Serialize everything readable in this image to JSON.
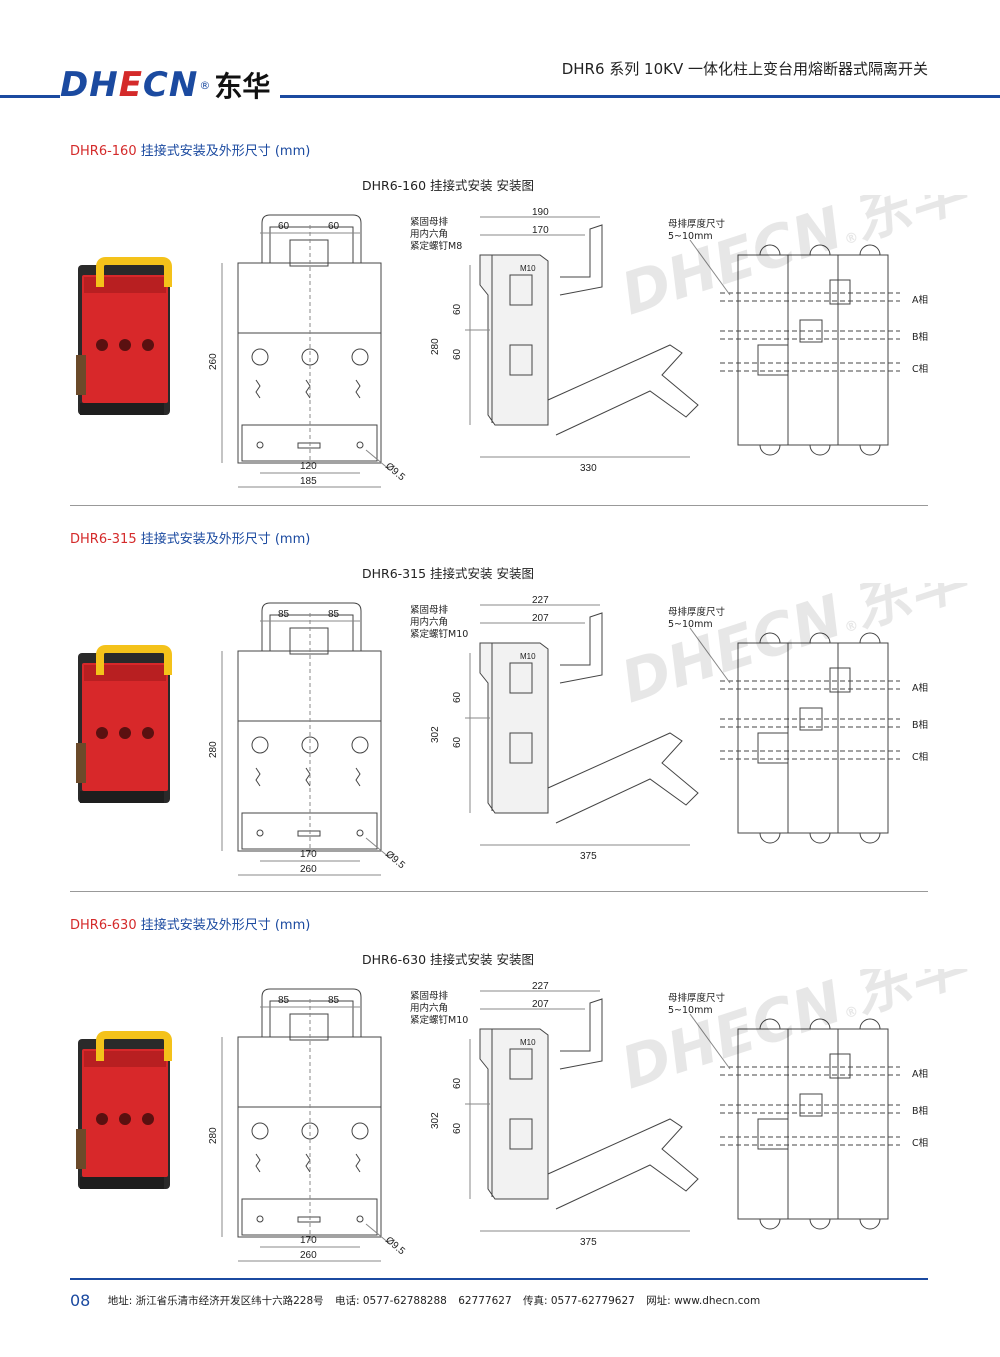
{
  "header": {
    "logo_latin_a": "DH",
    "logo_latin_e": "E",
    "logo_latin_b": "CN",
    "logo_reg": "®",
    "logo_cn": "东华",
    "title": "DHR6 系列 10KV 一体化柱上变台用熔断器式隔离开关"
  },
  "sections": [
    {
      "model": "DHR6-160",
      "title_rest": " 挂接式安装及外形尺寸 (mm)",
      "subtitle": "DHR6-160 挂接式安装 安装图",
      "front": {
        "top_a": "60",
        "top_b": "60",
        "height": "260",
        "hole_span": "120",
        "width": "185",
        "hole": "Ø9.5"
      },
      "side": {
        "note_1": "紧固母排",
        "note_2": "用内六角",
        "note_3": "紧定螺钉M8",
        "bolt": "M10",
        "overall": "190",
        "inner": "170",
        "height": "280",
        "pitch_a": "60",
        "pitch_b": "60",
        "reach": "330"
      },
      "busbar": {
        "thick_1": "母排厚度尺寸",
        "thick_2": "5~10mm",
        "phase_a": "A相",
        "phase_b": "B相",
        "phase_c": "C相"
      }
    },
    {
      "model": "DHR6-315",
      "title_rest": " 挂接式安装及外形尺寸 (mm)",
      "subtitle": "DHR6-315 挂接式安装 安装图",
      "front": {
        "top_a": "85",
        "top_b": "85",
        "height": "280",
        "hole_span": "170",
        "width": "260",
        "hole": "Ø9.5"
      },
      "side": {
        "note_1": "紧固母排",
        "note_2": "用内六角",
        "note_3": "紧定螺钉M10",
        "bolt": "M10",
        "overall": "227",
        "inner": "207",
        "height": "302",
        "pitch_a": "60",
        "pitch_b": "60",
        "reach": "375"
      },
      "busbar": {
        "thick_1": "母排厚度尺寸",
        "thick_2": "5~10mm",
        "phase_a": "A相",
        "phase_b": "B相",
        "phase_c": "C相"
      }
    },
    {
      "model": "DHR6-630",
      "title_rest": " 挂接式安装及外形尺寸 (mm)",
      "subtitle": "DHR6-630 挂接式安装 安装图",
      "front": {
        "top_a": "85",
        "top_b": "85",
        "height": "280",
        "hole_span": "170",
        "width": "260",
        "hole": "Ø9.5"
      },
      "side": {
        "note_1": "紧固母排",
        "note_2": "用内六角",
        "note_3": "紧定螺钉M10",
        "bolt": "M10",
        "overall": "227",
        "inner": "207",
        "height": "302",
        "pitch_a": "60",
        "pitch_b": "60",
        "reach": "375"
      },
      "busbar": {
        "thick_1": "母排厚度尺寸",
        "thick_2": "5~10mm",
        "phase_a": "A相",
        "phase_b": "B相",
        "phase_c": "C相"
      }
    }
  ],
  "watermark": {
    "latin": "DHECN",
    "reg": "®",
    "cn": "东华"
  },
  "footer": {
    "page": "08",
    "address_label": "地址:",
    "address": "浙江省乐清市经济开发区纬十六路228号",
    "phone_label": "电话:",
    "phone_1": "0577-62788288",
    "phone_2": "62777627",
    "fax_label": "传真:",
    "fax": "0577-62779627",
    "web_label": "网址:",
    "web": "www.dhecn.com"
  },
  "colors": {
    "brand_blue": "#1b4aa0",
    "brand_red": "#d42a2a",
    "product_red": "#d8282a",
    "handle_yellow": "#f4c21a"
  }
}
